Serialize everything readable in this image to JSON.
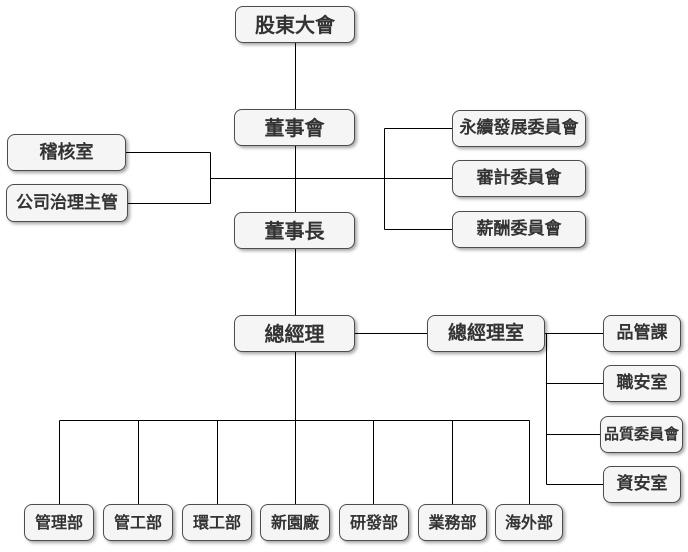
{
  "org_chart": {
    "nodes": {
      "shareholders": {
        "label": "股東大會"
      },
      "board": {
        "label": "董事會"
      },
      "audit_office": {
        "label": "稽核室"
      },
      "governance_officer": {
        "label": "公司治理主管"
      },
      "esg_committee": {
        "label": "永續發展委員會"
      },
      "audit_committee": {
        "label": "審計委員會"
      },
      "compensation_committee": {
        "label": "薪酬委員會"
      },
      "chairman": {
        "label": "董事長"
      },
      "president": {
        "label": "總經理"
      },
      "president_office": {
        "label": "總經理室"
      },
      "qc_section": {
        "label": "品管課"
      },
      "safety_office": {
        "label": "職安室"
      },
      "quality_committee": {
        "label": "品質委員會"
      },
      "infosec_office": {
        "label": "資安室"
      },
      "admin_dept": {
        "label": "管理部"
      },
      "piping_dept": {
        "label": "管工部"
      },
      "env_dept": {
        "label": "環工部"
      },
      "xinyuan_plant": {
        "label": "新園廠"
      },
      "rd_dept": {
        "label": "研發部"
      },
      "sales_dept": {
        "label": "業務部"
      },
      "overseas_dept": {
        "label": "海外部"
      }
    },
    "edges": [
      {
        "from": "shareholders",
        "to": "board"
      },
      {
        "from": "board",
        "to": "chairman"
      },
      {
        "from": "board",
        "to": "audit_office"
      },
      {
        "from": "board",
        "to": "governance_officer"
      },
      {
        "from": "board",
        "to": "esg_committee"
      },
      {
        "from": "board",
        "to": "audit_committee"
      },
      {
        "from": "board",
        "to": "compensation_committee"
      },
      {
        "from": "chairman",
        "to": "president"
      },
      {
        "from": "president",
        "to": "president_office"
      },
      {
        "from": "president_office",
        "to": "qc_section"
      },
      {
        "from": "president_office",
        "to": "safety_office"
      },
      {
        "from": "president_office",
        "to": "quality_committee"
      },
      {
        "from": "president_office",
        "to": "infosec_office"
      },
      {
        "from": "president",
        "to": "admin_dept"
      },
      {
        "from": "president",
        "to": "piping_dept"
      },
      {
        "from": "president",
        "to": "env_dept"
      },
      {
        "from": "president",
        "to": "xinyuan_plant"
      },
      {
        "from": "president",
        "to": "rd_dept"
      },
      {
        "from": "president",
        "to": "sales_dept"
      },
      {
        "from": "president",
        "to": "overseas_dept"
      }
    ],
    "colors": {
      "background": "#ffffff",
      "box_fill": "#f5f5f5",
      "box_border": "#4d4d4d",
      "text": "#333333",
      "connector": "#000000"
    }
  }
}
